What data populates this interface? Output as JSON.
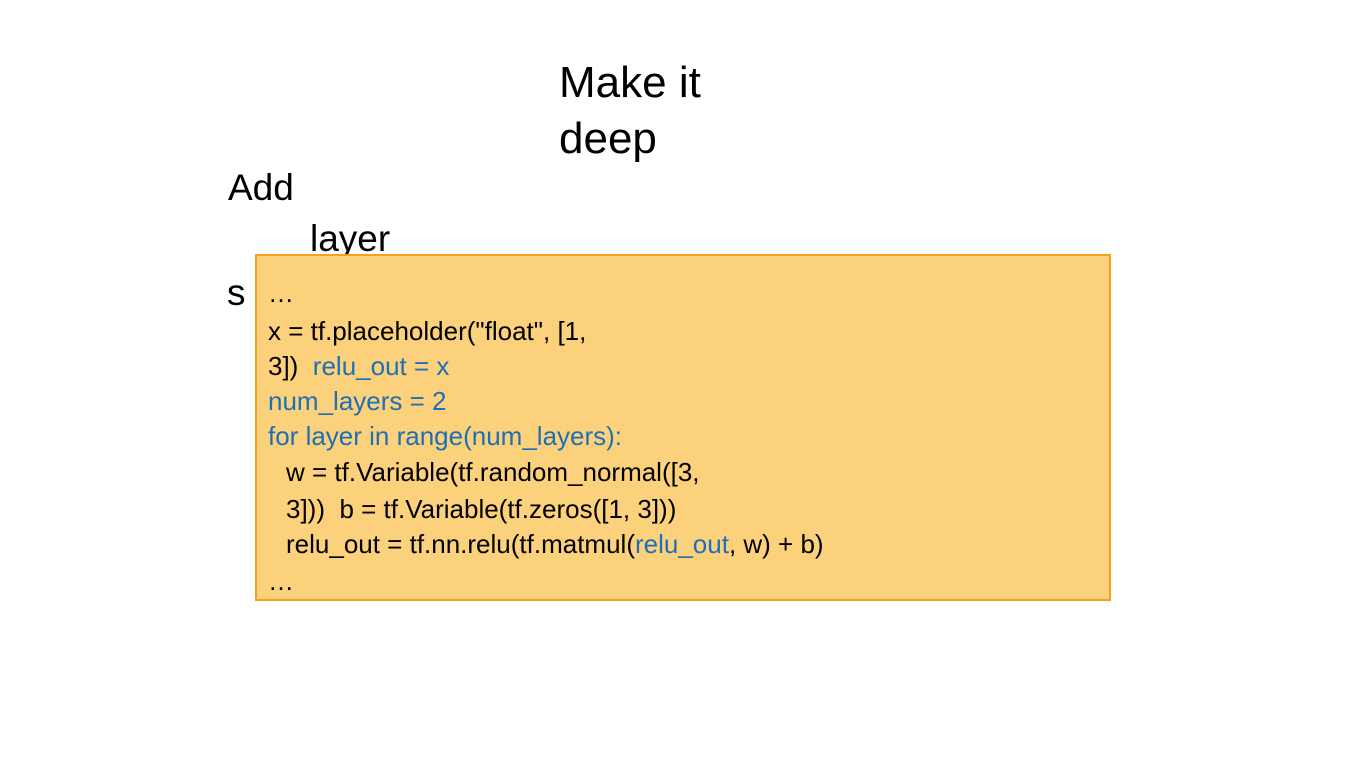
{
  "slide": {
    "title_line_1": "Make it",
    "title_line_2": "deep",
    "side_line_1": "Add",
    "side_line_2": "layer",
    "side_line_3": "s"
  },
  "code": {
    "line_1": "…",
    "line_2": "x = tf.placeholder(\"float\", [1,",
    "line_3a": "3])",
    "line_3b": "relu_out = x",
    "line_4": "num_layers = 2",
    "line_5": "for layer in range(num_layers):",
    "line_6": "w = tf.Variable(tf.random_normal([3,",
    "line_7a": "3]))",
    "line_7b": "b = tf.Variable(tf.zeros([1, 3]))",
    "line_8a": "relu_out = tf.nn.relu(tf.matmul(",
    "line_8b": "relu_out",
    "line_8c": ", w) + b)",
    "line_9": "…"
  },
  "colors": {
    "code_background": "#fcd17c",
    "code_border": "#f4a11f",
    "code_blue": "#1f6fb5"
  }
}
